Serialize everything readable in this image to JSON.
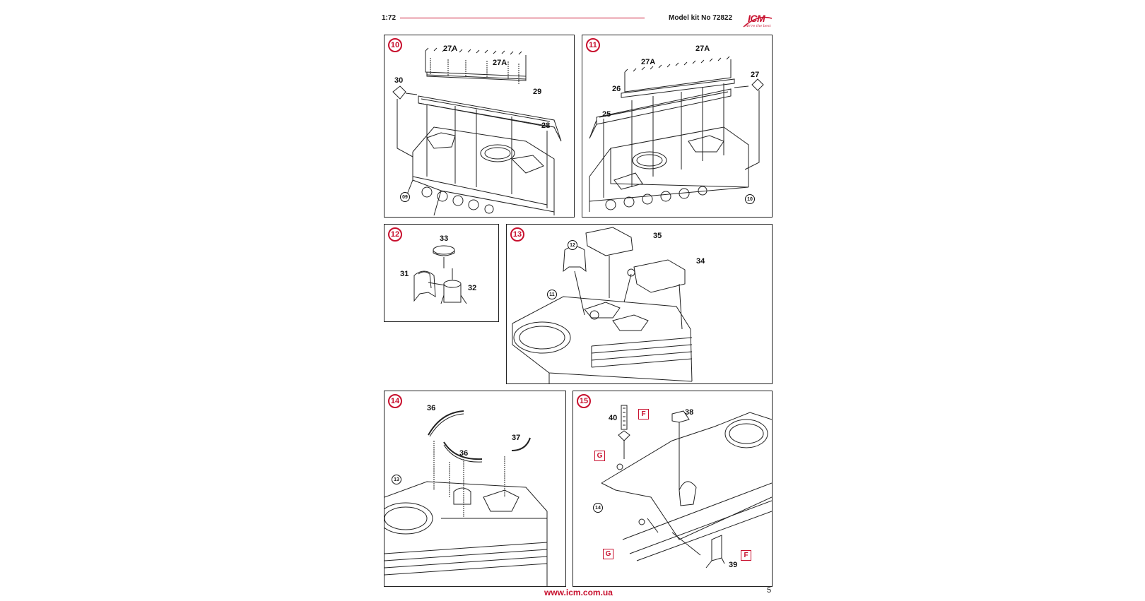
{
  "header": {
    "scale": "1:72",
    "kit": "Model kit No 72822",
    "logo": "ICM",
    "logo_tagline": "We're the best"
  },
  "steps": [
    {
      "number": "10",
      "parts": [
        "27A",
        "27A",
        "30",
        "29",
        "28"
      ],
      "refs": [
        "09"
      ]
    },
    {
      "number": "11",
      "parts": [
        "27A",
        "27A",
        "26",
        "27",
        "25"
      ],
      "refs": [
        "10"
      ]
    },
    {
      "number": "12",
      "parts": [
        "33",
        "31",
        "32"
      ],
      "refs": []
    },
    {
      "number": "13",
      "parts": [
        "35",
        "34"
      ],
      "refs": [
        "12",
        "11"
      ]
    },
    {
      "number": "14",
      "parts": [
        "36",
        "36",
        "37"
      ],
      "refs": [
        "13"
      ]
    },
    {
      "number": "15",
      "parts": [
        "40",
        "38",
        "39"
      ],
      "refs": [
        "14"
      ],
      "sprues": [
        "F",
        "G",
        "G",
        "F"
      ]
    }
  ],
  "footer": {
    "url": "www.icm.com.ua",
    "page": "5"
  },
  "colors": {
    "accent": "#c8102e",
    "line": "#222222"
  }
}
